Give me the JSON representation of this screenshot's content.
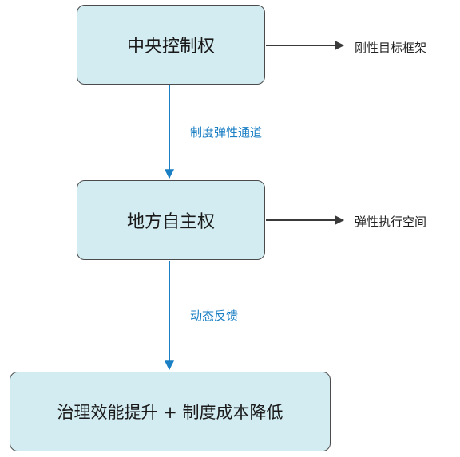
{
  "colors": {
    "node_fill": "#d3ecf2",
    "node_border": "#4b4b4b",
    "vertical_arrow": "#1b7fc4",
    "side_arrow": "#3a3a3a",
    "edge_label": "#1b7fc4"
  },
  "nodes": {
    "central": "中央控制权",
    "local": "地方自主权",
    "outcome": "治理效能提升 + 制度成本降低"
  },
  "side_labels": {
    "central": "刚性目标框架",
    "local": "弹性执行空间"
  },
  "edges": {
    "central_to_local": "制度弹性通道",
    "local_to_outcome": "动态反馈"
  }
}
